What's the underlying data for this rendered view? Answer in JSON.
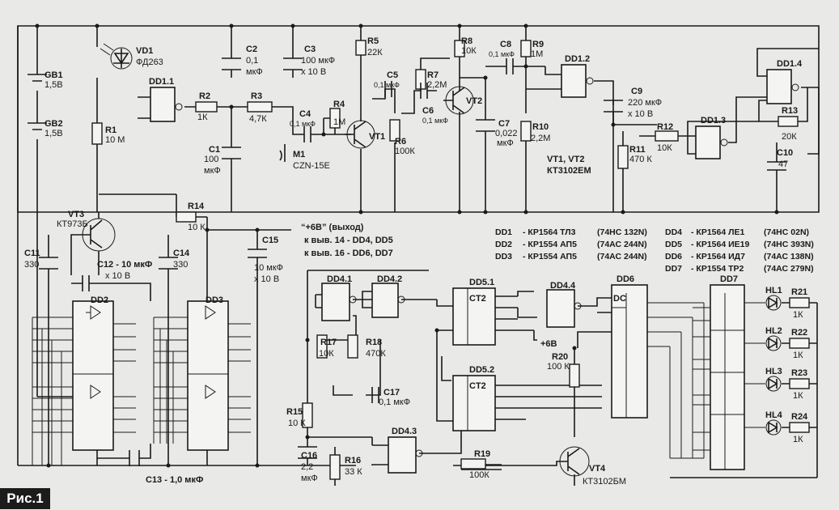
{
  "figure_label": "Рис.1",
  "output_label": {
    "title": "“+6В” (выход)",
    "line1": "к выв. 14 - DD4, DD5",
    "line2": "к выв. 16 - DD6, DD7"
  },
  "transistor_note": {
    "line1": "VT1, VT2",
    "line2": "КТ3102ЕМ"
  },
  "parts_list": [
    {
      "ref": "DD1",
      "part": "- КР1564 ТЛ3",
      "analog": "(74НС 132N)"
    },
    {
      "ref": "DD2",
      "part": "- КР1554 АП5",
      "analog": "(74АС 244N)"
    },
    {
      "ref": "DD3",
      "part": "- КР1554 АП5",
      "analog": "(74АС 244N)"
    },
    {
      "ref": "DD4",
      "part": "- КР1564 ЛЕ1",
      "analog": "(74НС 02N)"
    },
    {
      "ref": "DD5",
      "part": "- КР1564 ИЕ19",
      "analog": "(74НС 393N)"
    },
    {
      "ref": "DD6",
      "part": "- КР1564 ИД7",
      "analog": "(74АС 138N)"
    },
    {
      "ref": "DD7",
      "part": "- КР1554 ТР2",
      "analog": "(74АС 279N)"
    }
  ],
  "components": {
    "GB1": {
      "ref": "GB1",
      "val": "1,5В"
    },
    "GB2": {
      "ref": "GB2",
      "val": "1,5В"
    },
    "VD1": {
      "ref": "VD1",
      "val": "ФД263"
    },
    "R1": {
      "ref": "R1",
      "val": "10 М"
    },
    "R2": {
      "ref": "R2",
      "val": "1К"
    },
    "R3": {
      "ref": "R3",
      "val": "4,7К"
    },
    "C1": {
      "ref": "C1",
      "val": "100",
      "unit": "мкФ"
    },
    "C2": {
      "ref": "C2",
      "val": "0,1",
      "unit": "мкФ"
    },
    "C3": {
      "ref": "C3",
      "val": "100 мкФ",
      "unit": "х 10 В"
    },
    "C4": {
      "ref": "C4",
      "val": "0,1 мкФ"
    },
    "R4": {
      "ref": "R4",
      "val": "1М"
    },
    "M1": {
      "ref": "M1",
      "val": "CZN-15E"
    },
    "R5": {
      "ref": "R5",
      "val": "22К"
    },
    "C5": {
      "ref": "C5",
      "val": "0,1 мкФ"
    },
    "VT1": {
      "ref": "VT1"
    },
    "R6": {
      "ref": "R6",
      "val": "100К"
    },
    "R7": {
      "ref": "R7",
      "val": "2,2М"
    },
    "C6": {
      "ref": "C6",
      "val": "0,1 мкФ"
    },
    "R8": {
      "ref": "R8",
      "val": "10К"
    },
    "VT2": {
      "ref": "VT2"
    },
    "C7": {
      "ref": "C7",
      "val": "0,022",
      "unit": "мкФ"
    },
    "C8": {
      "ref": "C8",
      "val": "0,1 мкФ"
    },
    "R9": {
      "ref": "R9",
      "val": "1М"
    },
    "R10": {
      "ref": "R10",
      "val": "2,2М"
    },
    "DD1_1": {
      "ref": "DD1.1"
    },
    "DD1_2": {
      "ref": "DD1.2"
    },
    "DD1_3": {
      "ref": "DD1.3"
    },
    "DD1_4": {
      "ref": "DD1.4"
    },
    "C9": {
      "ref": "C9",
      "val": "220 мкФ",
      "unit": "х 10 В"
    },
    "R11": {
      "ref": "R11",
      "val": "470 К"
    },
    "R12": {
      "ref": "R12",
      "val": "10К"
    },
    "R13": {
      "ref": "R13",
      "val": "20К"
    },
    "C10": {
      "ref": "C10",
      "val": "47"
    },
    "VT3": {
      "ref": "VT3",
      "val": "КТ973Б"
    },
    "R14": {
      "ref": "R14",
      "val": "10 К"
    },
    "C11": {
      "ref": "C11",
      "val": "330"
    },
    "C12": {
      "ref": "C12 - 10 мкФ",
      "val": "х 10 В"
    },
    "C13": {
      "ref": "C13 - 1,0 мкФ"
    },
    "C14": {
      "ref": "C14",
      "val": "330"
    },
    "C15": {
      "ref": "C15",
      "val": "10 мкФ",
      "unit": "х 10 В"
    },
    "DD2": {
      "ref": "DD2"
    },
    "DD3": {
      "ref": "DD3"
    },
    "DD4_1": {
      "ref": "DD4.1"
    },
    "DD4_2": {
      "ref": "DD4.2"
    },
    "DD4_3": {
      "ref": "DD4.3"
    },
    "DD4_4": {
      "ref": "DD4.4"
    },
    "DD5_1": {
      "ref": "DD5.1",
      "func": "CT2"
    },
    "DD5_2": {
      "ref": "DD5.2",
      "func": "CT2"
    },
    "DD6": {
      "ref": "DD6",
      "func": "DC"
    },
    "DD7": {
      "ref": "DD7"
    },
    "R15": {
      "ref": "R15",
      "val": "10 К"
    },
    "R16": {
      "ref": "R16",
      "val": "33 К"
    },
    "C16": {
      "ref": "C16",
      "val": "2,2",
      "unit": "мкФ"
    },
    "C17": {
      "ref": "C17",
      "val": "0,1 мкФ"
    },
    "R17": {
      "ref": "R17",
      "val": "10К"
    },
    "R18": {
      "ref": "R18",
      "val": "470К"
    },
    "R19": {
      "ref": "R19",
      "val": "100К"
    },
    "R20": {
      "ref": "R20",
      "val": "100 К"
    },
    "VT4": {
      "ref": "VT4",
      "val": "КТ3102БМ"
    },
    "plus6": {
      "ref": "+6В"
    },
    "HL1": {
      "ref": "HL1"
    },
    "HL2": {
      "ref": "HL2"
    },
    "HL3": {
      "ref": "HL3"
    },
    "HL4": {
      "ref": "HL4"
    },
    "R21": {
      "ref": "R21",
      "val": "1К"
    },
    "R22": {
      "ref": "R22",
      "val": "1К"
    },
    "R23": {
      "ref": "R23",
      "val": "1К"
    },
    "R24": {
      "ref": "R24",
      "val": "1К"
    }
  }
}
